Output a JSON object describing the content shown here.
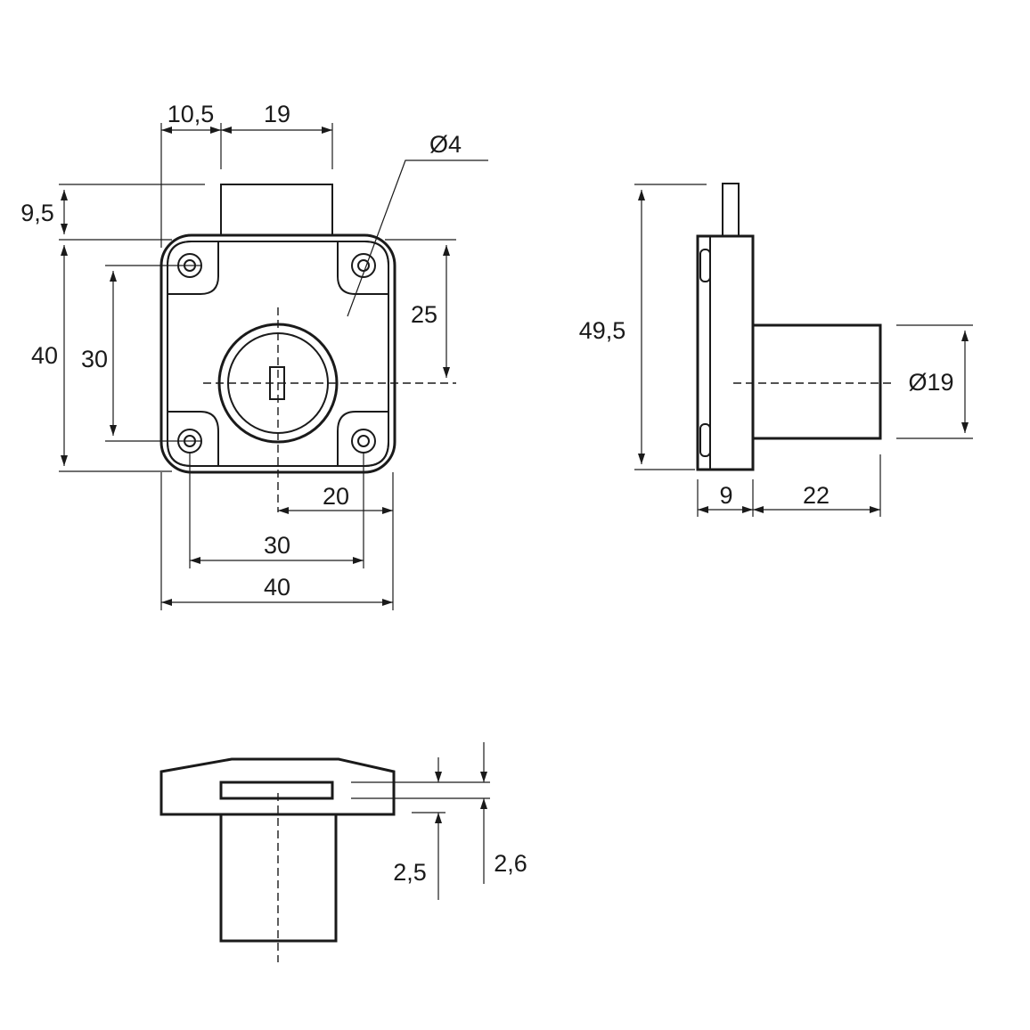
{
  "drawing": {
    "front_view": {
      "dims": {
        "offset_top_left": "10,5",
        "bolt_width": "19",
        "hole_diameter": "Ø4",
        "bolt_height": "9,5",
        "height_total": "40",
        "hole_spacing_vertical": "30",
        "bolt_travel": "25",
        "center_to_edge": "20",
        "hole_spacing_horizontal": "30",
        "width_total": "40"
      }
    },
    "side_view": {
      "dims": {
        "height_total": "49,5",
        "cylinder_diameter": "Ø19",
        "plate_thickness": "9",
        "cylinder_length": "22"
      }
    },
    "bottom_view": {
      "dims": {
        "slot_width_a": "2,5",
        "slot_width_b": "2,6"
      }
    }
  }
}
